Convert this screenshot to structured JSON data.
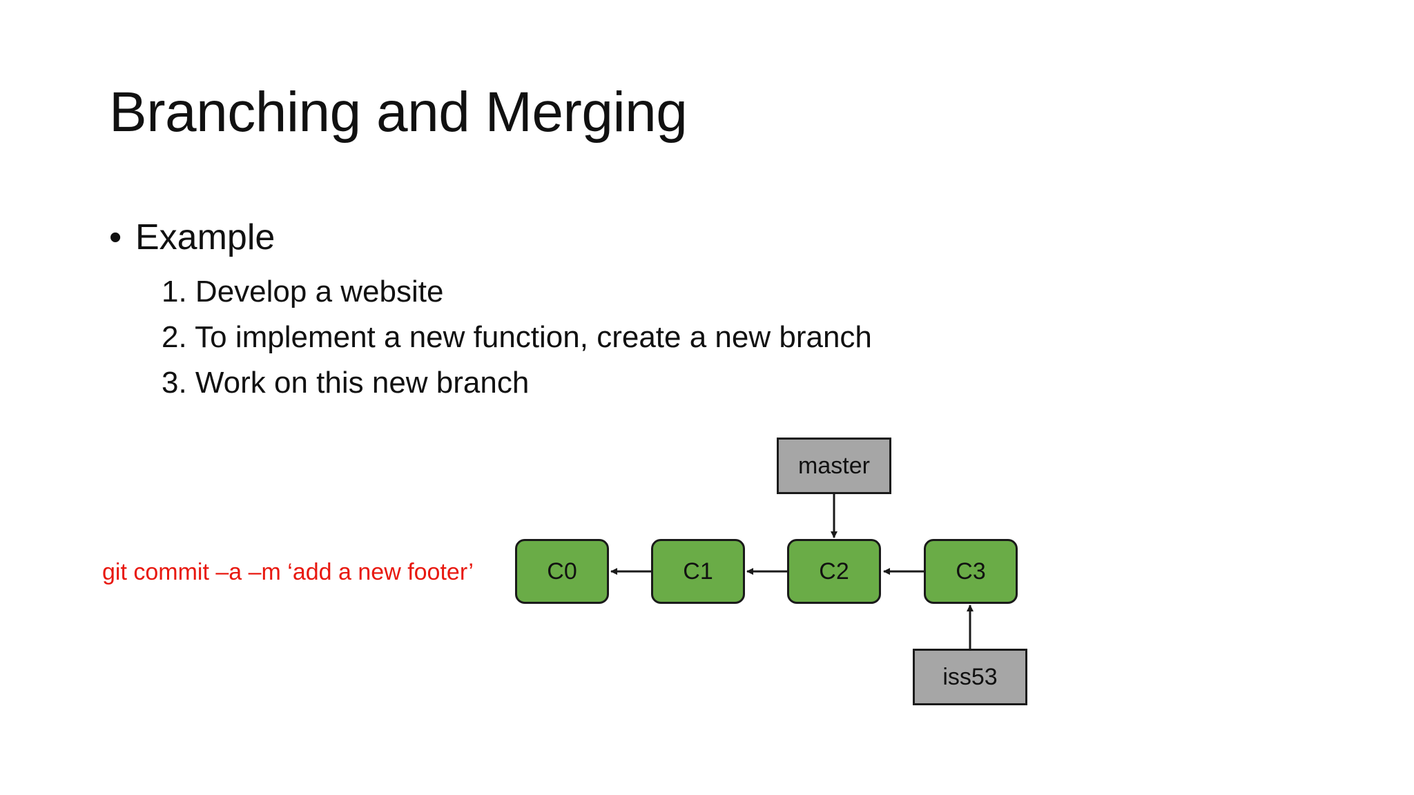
{
  "slide": {
    "title": "Branching and Merging",
    "bullet": "Example",
    "steps": [
      "1. Develop a website",
      "2. To implement a new function, create a new branch",
      "3. Work on this new branch"
    ]
  },
  "diagram": {
    "command": "git commit –a –m ‘add a new footer’",
    "commits": [
      "C0",
      "C1",
      "C2",
      "C3"
    ],
    "branches": {
      "master": "master",
      "iss53": "iss53"
    },
    "colors": {
      "commit_fill": "#6aac47",
      "branch_fill": "#a6a6a6",
      "command_text": "#e8180f"
    }
  }
}
